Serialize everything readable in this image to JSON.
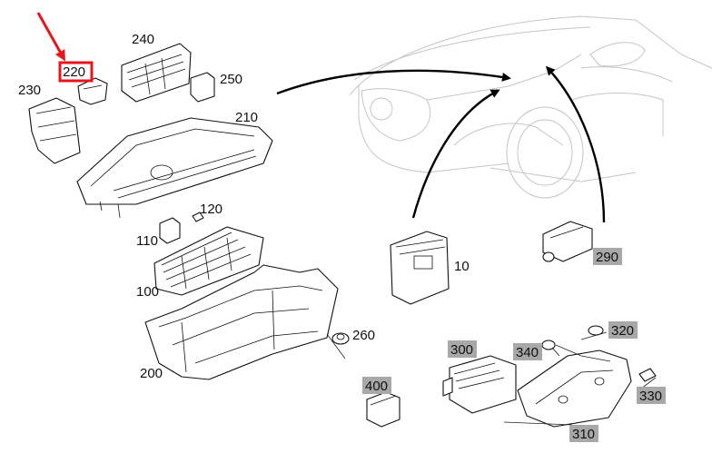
{
  "diagram": {
    "highlighted_part": "220",
    "colors": {
      "highlight": "#e8161b",
      "tag": "#a8a8a8",
      "line": "#111111",
      "ghost": "#c4c4c4"
    },
    "labels": {
      "p10": "10",
      "p100": "100",
      "p110": "110",
      "p120": "120",
      "p200": "200",
      "p210": "210",
      "p220": "220",
      "p230": "230",
      "p240": "240",
      "p250": "250",
      "p260": "260",
      "p290": "290",
      "p300": "300",
      "p310": "310",
      "p320": "320",
      "p330": "330",
      "p340": "340",
      "p400": "400"
    }
  }
}
